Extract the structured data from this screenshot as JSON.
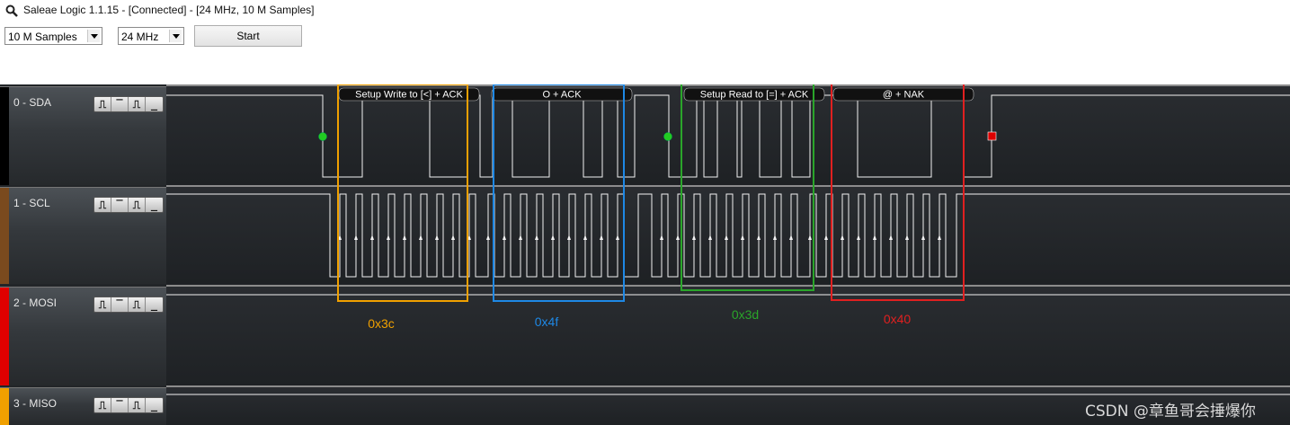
{
  "window": {
    "title": "Saleae Logic 1.1.15 - [Connected] - [24 MHz, 10 M Samples]"
  },
  "toolbar": {
    "samples_select": "10 M Samples",
    "rate_select": "24 MHz",
    "start_label": "Start"
  },
  "channels": [
    {
      "name": "0 - SDA",
      "color": "#000000"
    },
    {
      "name": "1 - SCL",
      "color": "#7a4a1e"
    },
    {
      "name": "2 - MOSI",
      "color": "#e00000"
    },
    {
      "name": "3 - MISO",
      "color": "#f0a000"
    }
  ],
  "trigger_buttons": [
    "⎍",
    "‾",
    "⎍",
    "_"
  ],
  "decoded_frames": [
    {
      "label": "Setup Write to [<] + ACK"
    },
    {
      "label": "O + ACK"
    },
    {
      "label": "Setup Read to [=] + ACK"
    },
    {
      "label": "@ + NAK"
    }
  ],
  "annotations": [
    {
      "text": "0x3c",
      "color": "#f0a000"
    },
    {
      "text": "0x4f",
      "color": "#1e88e5"
    },
    {
      "text": "0x3d",
      "color": "#2aa52a"
    },
    {
      "text": "0x40",
      "color": "#e02020"
    }
  ],
  "markers": {
    "start_color": "#22cc22",
    "stop_color": "#dd0000"
  },
  "watermark": "CSDN @章鱼哥会捶爆你"
}
